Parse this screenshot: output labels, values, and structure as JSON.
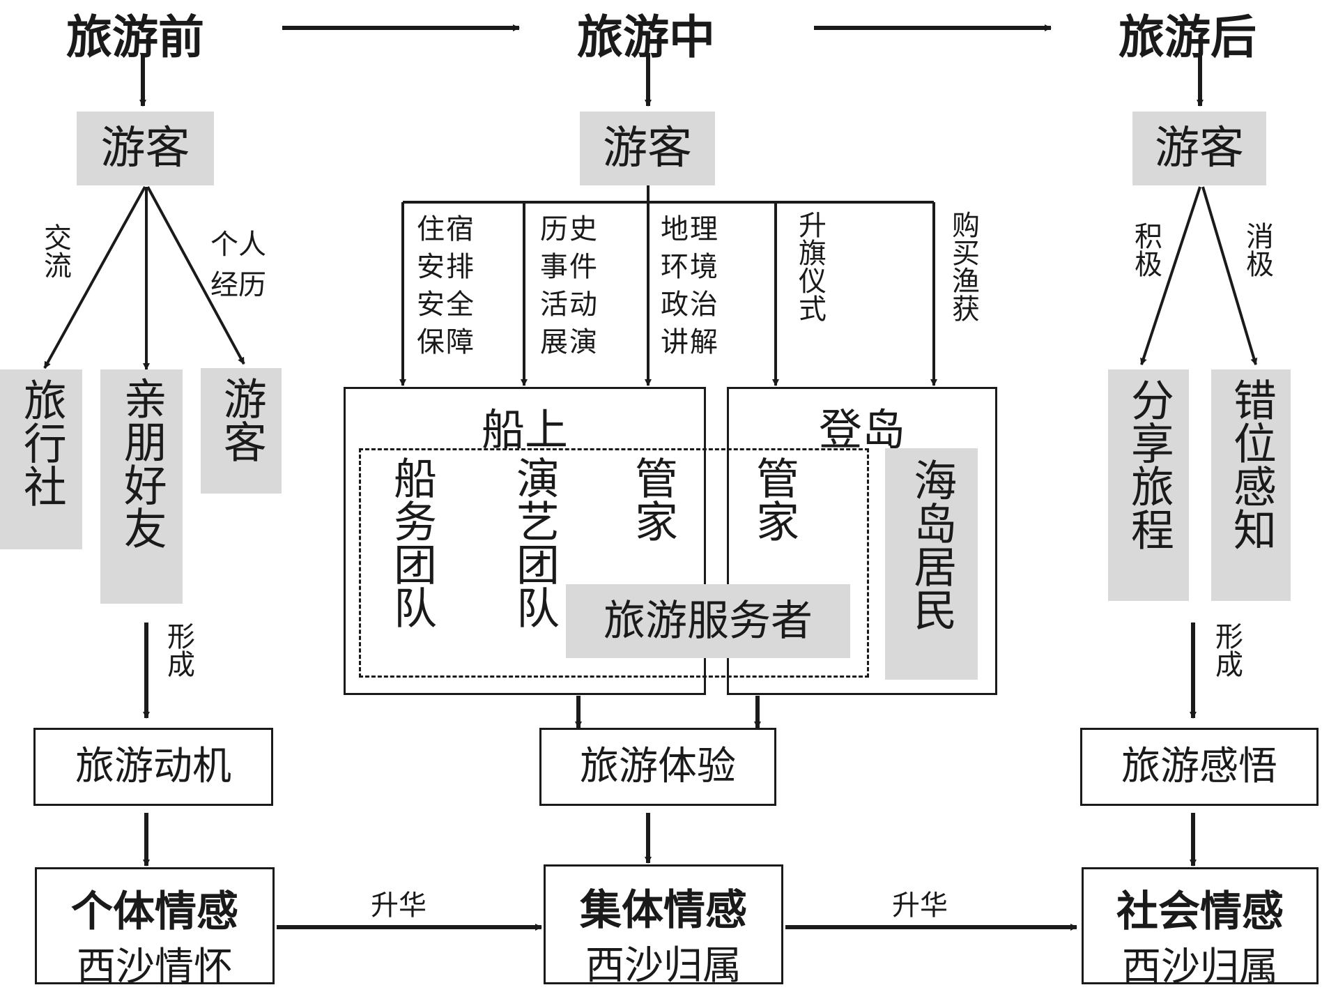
{
  "phases": {
    "before": "旅游前",
    "during": "旅游中",
    "after": "旅游后"
  },
  "tourist": "游客",
  "before": {
    "edge_left": "交流",
    "edge_right": "个人经历",
    "node1": "旅行社",
    "node2": "亲朋好友",
    "node3": "游客",
    "form": "形成",
    "result": "旅游动机",
    "emotion_title": "个体情感",
    "emotion_sub": "西沙情怀"
  },
  "during": {
    "edge1": "住宿安排安全保障",
    "edge2": "历史事件活动展演",
    "edge3": "地理环境政治讲解",
    "edge4": "升旗仪式",
    "edge5": "购买渔获",
    "ship": "船上",
    "island": "登岛",
    "col1": "船务团队",
    "col2": "演艺团队",
    "col3": "管家",
    "col4": "管家",
    "service": "旅游服务者",
    "residents": "海岛居民",
    "result": "旅游体验",
    "emotion_title": "集体情感",
    "emotion_sub": "西沙归属"
  },
  "after": {
    "edge_left": "积极",
    "edge_right": "消极",
    "node1": "分享旅程",
    "node2": "错位感知",
    "form": "形成",
    "result": "旅游感悟",
    "emotion_title": "社会情感",
    "emotion_sub": "西沙归属"
  },
  "sublimation": "升华"
}
